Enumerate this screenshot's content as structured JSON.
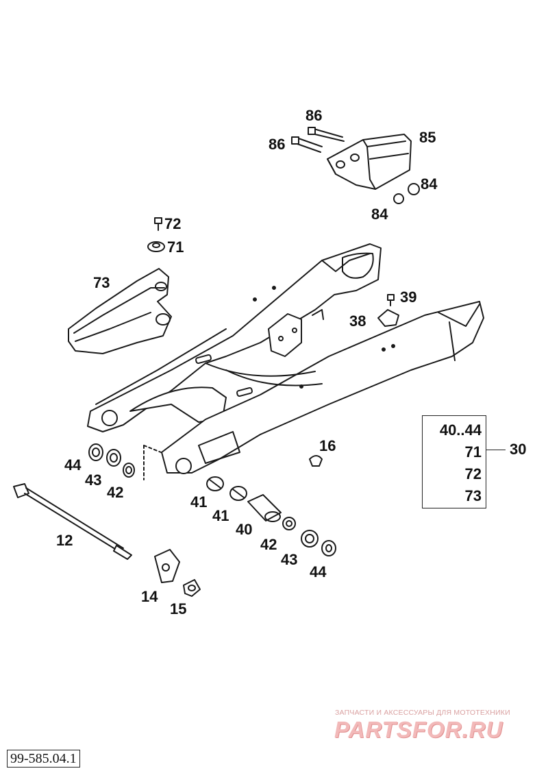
{
  "callouts": {
    "c86a": "86",
    "c86b": "86",
    "c85": "85",
    "c84a": "84",
    "c84b": "84",
    "c72": "72",
    "c71": "71",
    "c73": "73",
    "c39": "39",
    "c38": "38",
    "c16": "16",
    "c44a": "44",
    "c43a": "43",
    "c42a": "42",
    "c12": "12",
    "c41a": "41",
    "c41b": "41",
    "c40": "40",
    "c42b": "42",
    "c43b": "43",
    "c44b": "44",
    "c14": "14",
    "c15": "15",
    "c30": "30"
  },
  "kit": {
    "rows": [
      "40..44",
      "71",
      "72",
      "73"
    ]
  },
  "watermark": {
    "tagline": "ЗАПЧАСТИ И АКСЕССУАРЫ ДЛЯ МОТОТЕХНИКИ",
    "logo": "PARTSFOR.RU"
  },
  "diagram_code": "99-585.04.1"
}
